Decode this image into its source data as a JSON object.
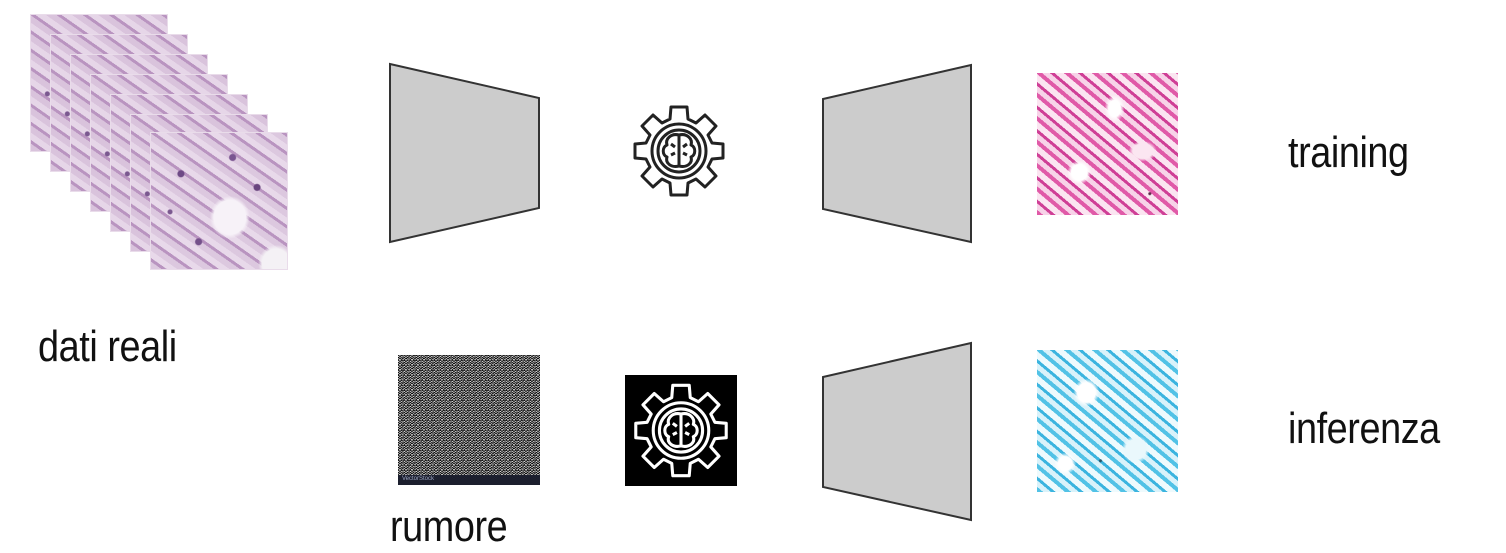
{
  "labels": {
    "real_data": "dati reali",
    "noise": "rumore",
    "training": "training",
    "inference": "inferenza"
  },
  "watermark": "VectorStock",
  "colors": {
    "trapezoid_fill": "#cccccc",
    "trapezoid_stroke": "#333333",
    "text": "#111111",
    "gear_dark_bg": "#000000",
    "pink_output": "#e05aa8",
    "blue_output": "#52c2e6",
    "histology": "#b994c0"
  },
  "icons": {
    "gear_brain_light": "gear-brain-icon",
    "gear_brain_dark": "gear-brain-icon"
  }
}
